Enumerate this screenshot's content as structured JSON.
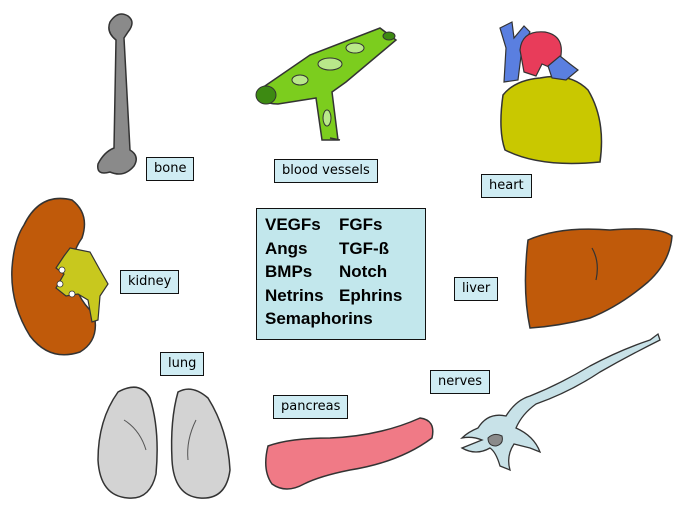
{
  "labels": {
    "bone": "bone",
    "blood_vessels": "blood vessels",
    "heart": "heart",
    "kidney": "kidney",
    "liver": "liver",
    "lung": "lung",
    "pancreas": "pancreas",
    "nerves": "nerves"
  },
  "factors": {
    "row1": [
      "VEGFs",
      "FGFs"
    ],
    "row2": [
      "Angs",
      "TGF-ß"
    ],
    "row3": [
      "BMPs",
      "Notch"
    ],
    "row4": [
      "Netrins",
      "Ephrins"
    ],
    "row5": [
      "Semaphorins"
    ]
  },
  "colors": {
    "label_bg": "#cfecf3",
    "factor_bg": "#c2e7ec",
    "bone": "#8a8a8a",
    "vessel": "#7ccd1e",
    "heart_body": "#c9c800",
    "heart_red": "#e83c5a",
    "heart_blue": "#5a7fe0",
    "kidney": "#c05a0a",
    "liver": "#c05a0a",
    "lung": "#d3d3d3",
    "pancreas": "#f07a86",
    "nerve": "#c8e2e8"
  }
}
